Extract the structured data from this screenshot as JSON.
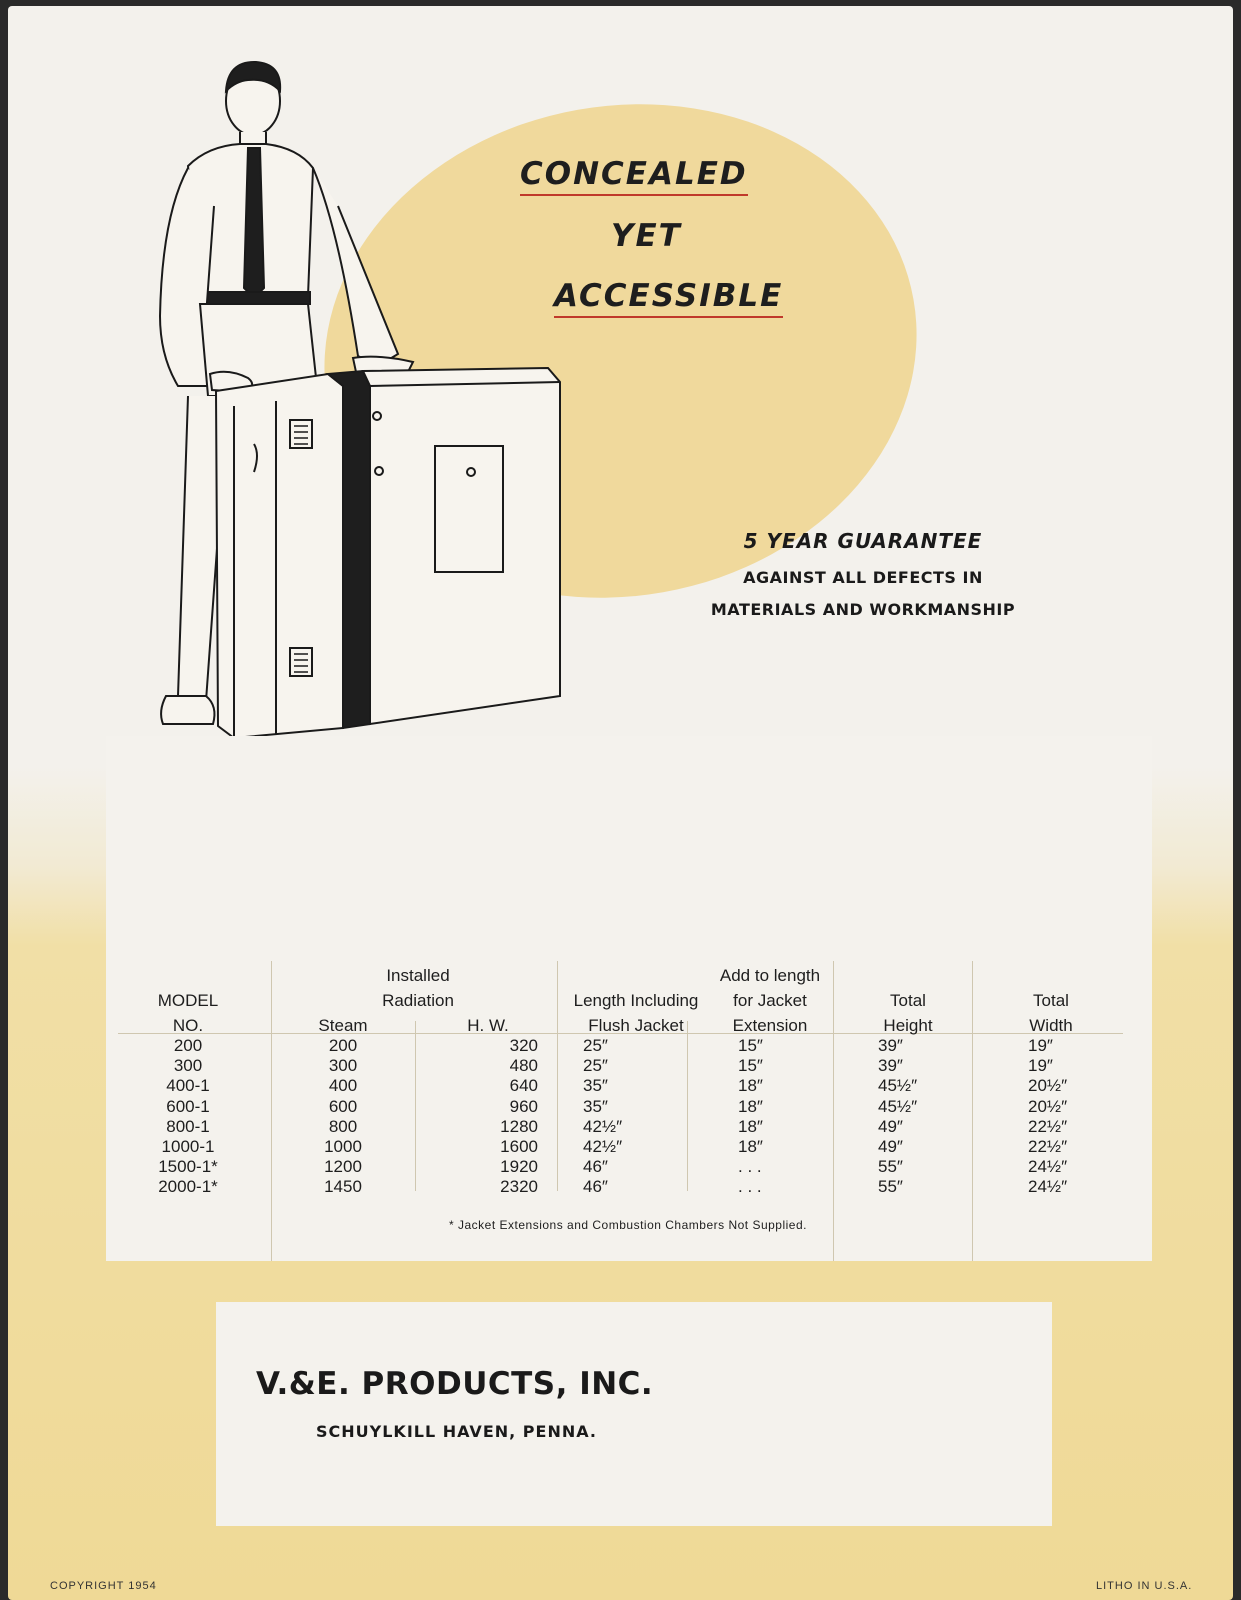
{
  "headline": {
    "line1": "CONCEALED",
    "line2": "YET",
    "line3": "ACCESSIBLE"
  },
  "guarantee": {
    "title": "5 YEAR GUARANTEE",
    "line1": "AGAINST ALL DEFECTS IN",
    "line2": "MATERIALS AND WORKMANSHIP"
  },
  "table": {
    "headers": {
      "model_1": "MODEL",
      "model_2": "NO.",
      "radiation_1": "Installed",
      "radiation_2": "Radiation",
      "steam": "Steam",
      "hw": "H. W.",
      "length_1": "Length Including",
      "length_2": "Flush Jacket",
      "ext_1": "Add to length",
      "ext_2": "for Jacket",
      "ext_3": "Extension",
      "height_1": "Total",
      "height_2": "Height",
      "width_1": "Total",
      "width_2": "Width"
    },
    "rows": [
      {
        "model": "200",
        "steam": "200",
        "hw": "320",
        "length": "25″",
        "ext": "15″",
        "height": "39″",
        "width": "19″"
      },
      {
        "model": "300",
        "steam": "300",
        "hw": "480",
        "length": "25″",
        "ext": "15″",
        "height": "39″",
        "width": "19″"
      },
      {
        "model": "400-1",
        "steam": "400",
        "hw": "640",
        "length": "35″",
        "ext": "18″",
        "height": "45½″",
        "width": "20½″"
      },
      {
        "model": "600-1",
        "steam": "600",
        "hw": "960",
        "length": "35″",
        "ext": "18″",
        "height": "45½″",
        "width": "20½″"
      },
      {
        "model": "800-1",
        "steam": "800",
        "hw": "1280",
        "length": "42½″",
        "ext": "18″",
        "height": "49″",
        "width": "22½″"
      },
      {
        "model": "1000-1",
        "steam": "1000",
        "hw": "1600",
        "length": "42½″",
        "ext": "18″",
        "height": "49″",
        "width": "22½″"
      },
      {
        "model": "1500-1*",
        "steam": "1200",
        "hw": "1920",
        "length": "46″",
        "ext": ". . .",
        "height": "55″",
        "width": "24½″"
      },
      {
        "model": "2000-1*",
        "steam": "1450",
        "hw": "2320",
        "length": "46″",
        "ext": ". . .",
        "height": "55″",
        "width": "24½″"
      }
    ],
    "footnote": "* Jacket Extensions and Combustion Chambers Not Supplied."
  },
  "company": {
    "name": "V.&E. PRODUCTS, INC.",
    "city": "SCHUYLKILL HAVEN, PENNA."
  },
  "footer": {
    "copyright": "COPYRIGHT 1954",
    "litho": "LITHO IN U.S.A."
  },
  "colors": {
    "accent_yellow": "#f0d99c",
    "underline_red": "#c0392b",
    "paper": "#f3f1ec"
  },
  "icons": {
    "illustration": "man-standing-with-boiler-illustration"
  }
}
